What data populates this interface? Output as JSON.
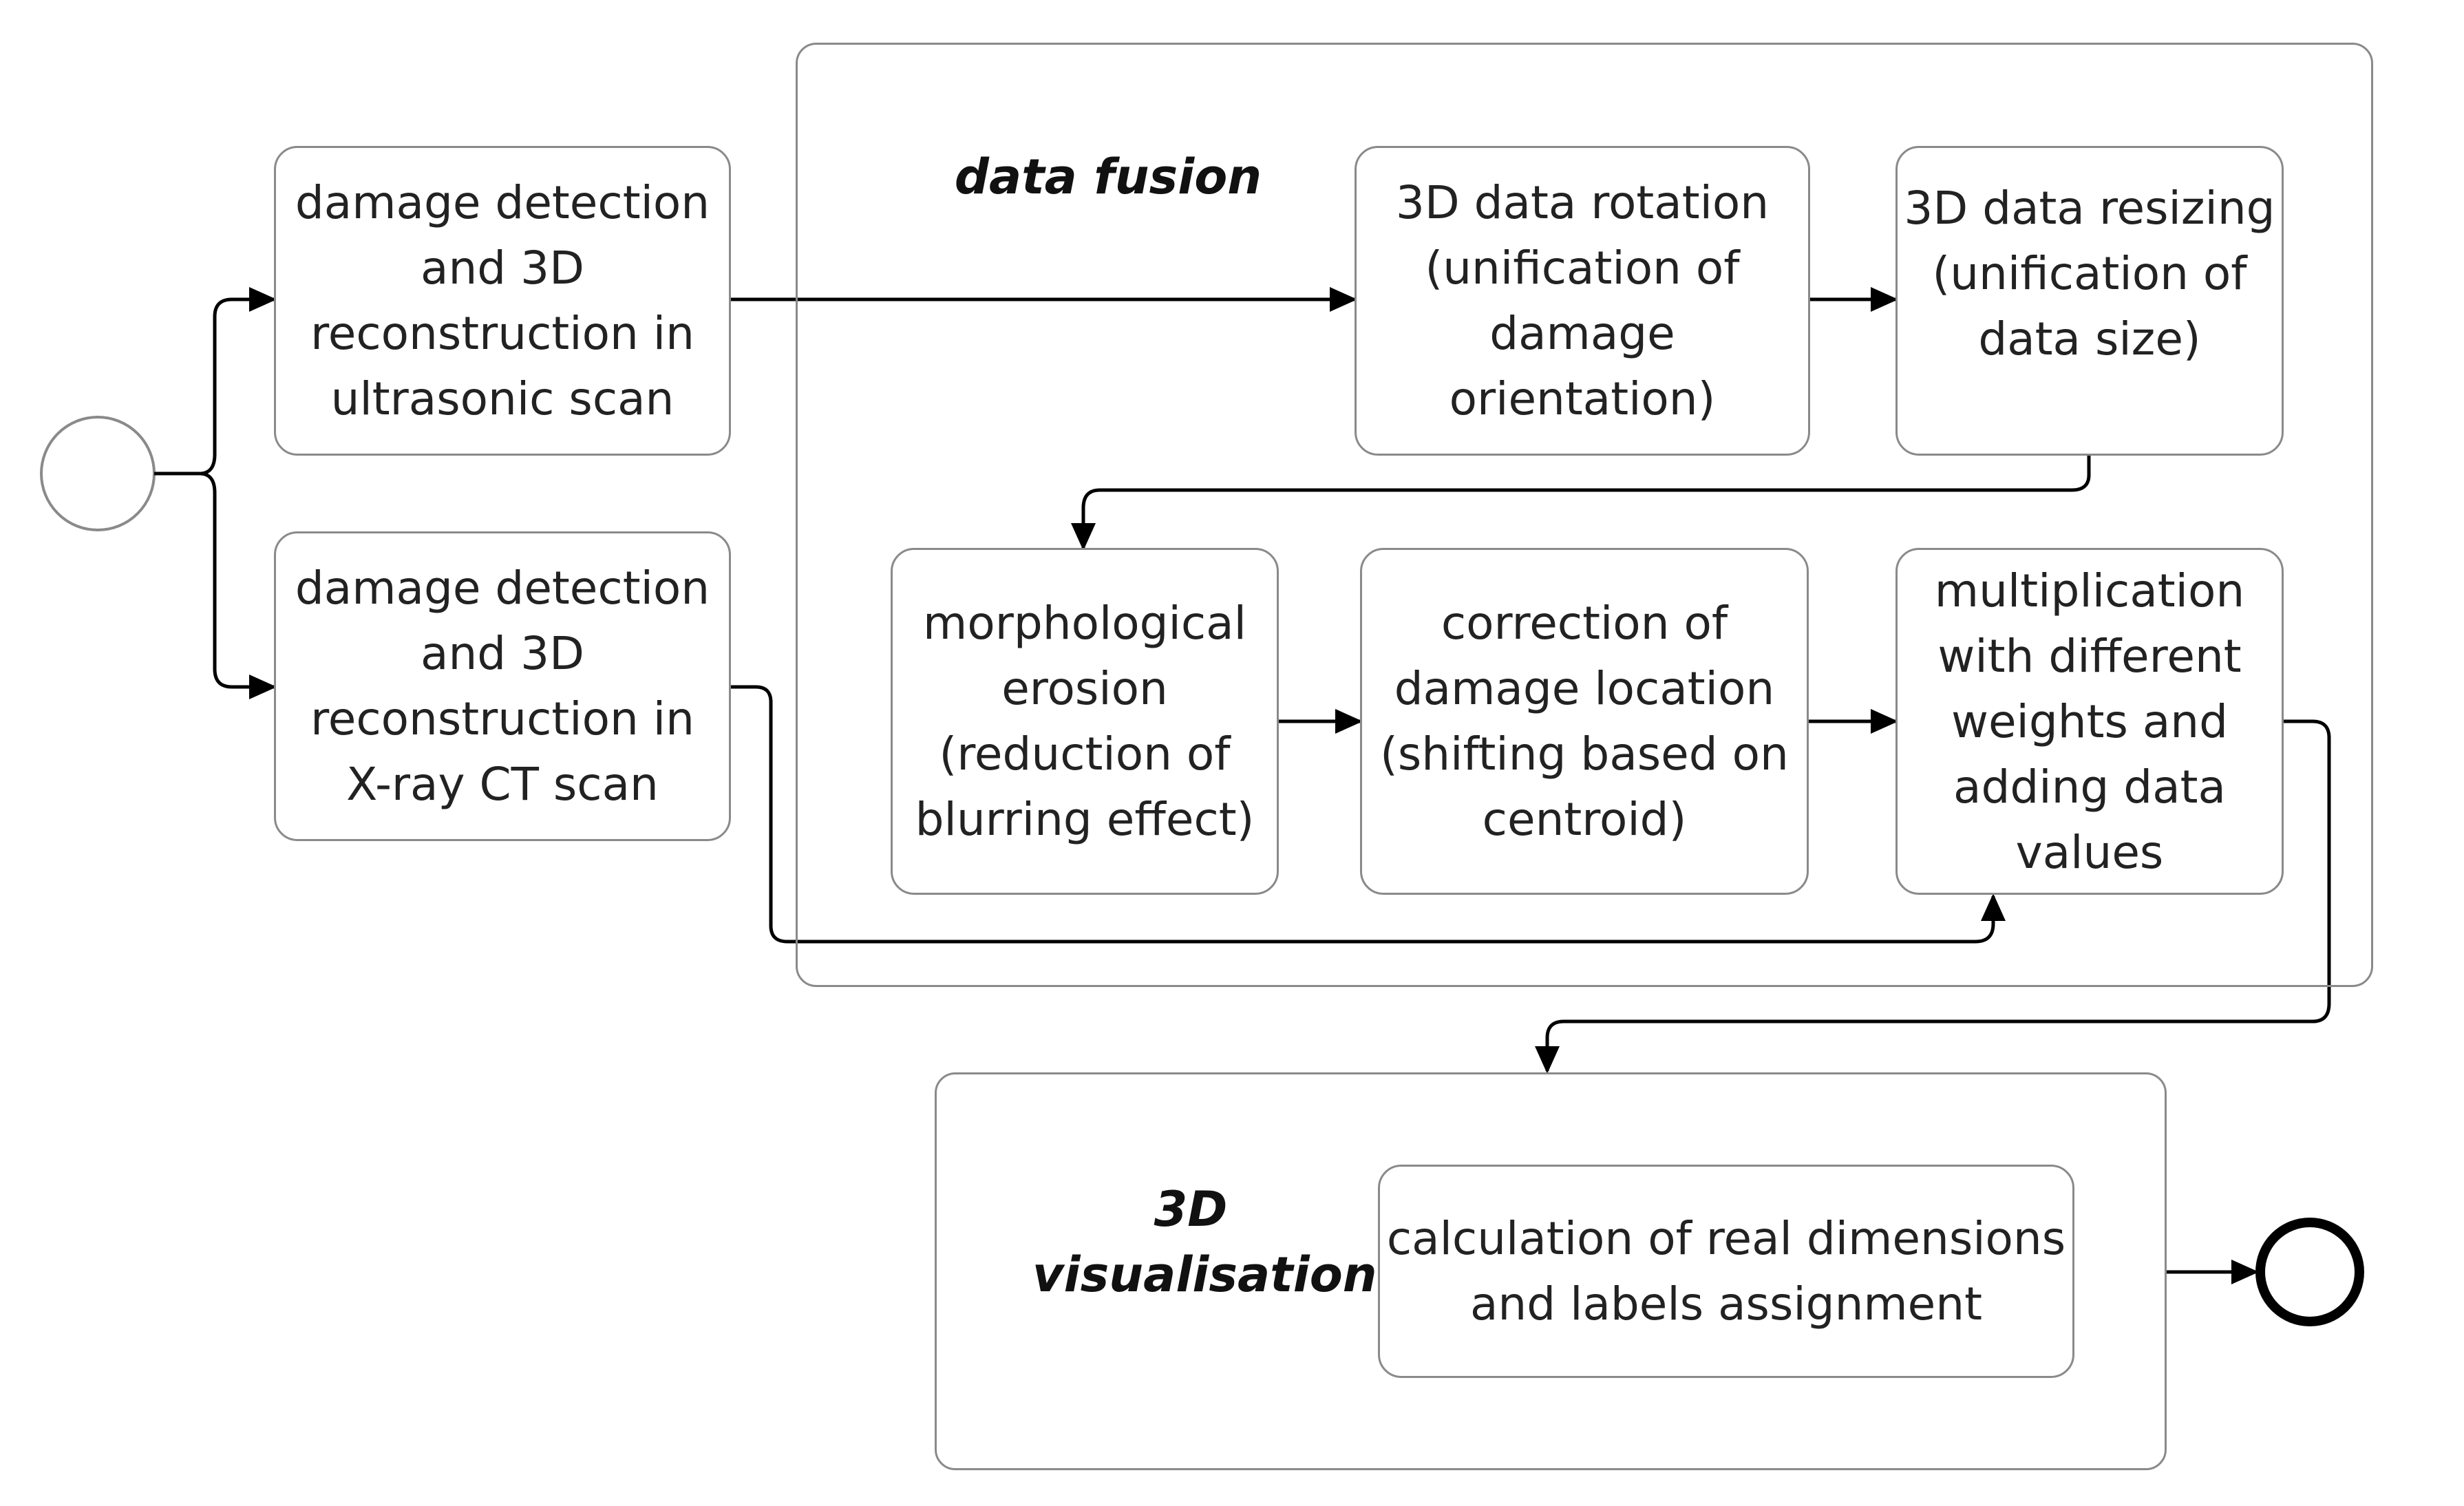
{
  "groups": {
    "data_fusion": {
      "title": "data fusion"
    },
    "visualisation": {
      "title": "3D\nvisualisation"
    }
  },
  "tasks": {
    "ultrasonic": "damage detection\nand 3D\nreconstruction in\nultrasonic scan",
    "xray": "damage detection\nand 3D\nreconstruction in\nX-ray CT scan",
    "rotation": "3D data rotation\n(unification of\ndamage\norientation)",
    "resizing": "3D data resizing\n(unification of\ndata size)",
    "erosion": "morphological\nerosion\n(reduction of\nblurring effect)",
    "correction": "correction of\ndamage location\n(shifting based on\ncentroid)",
    "multiplication": "multiplication\nwith different\nweights and\nadding data\nvalues",
    "calculation": "calculation of real dimensions\nand labels assignment"
  },
  "colors": {
    "stroke": "#8a8a8a",
    "arrow": "#000000",
    "text": "#222222"
  }
}
